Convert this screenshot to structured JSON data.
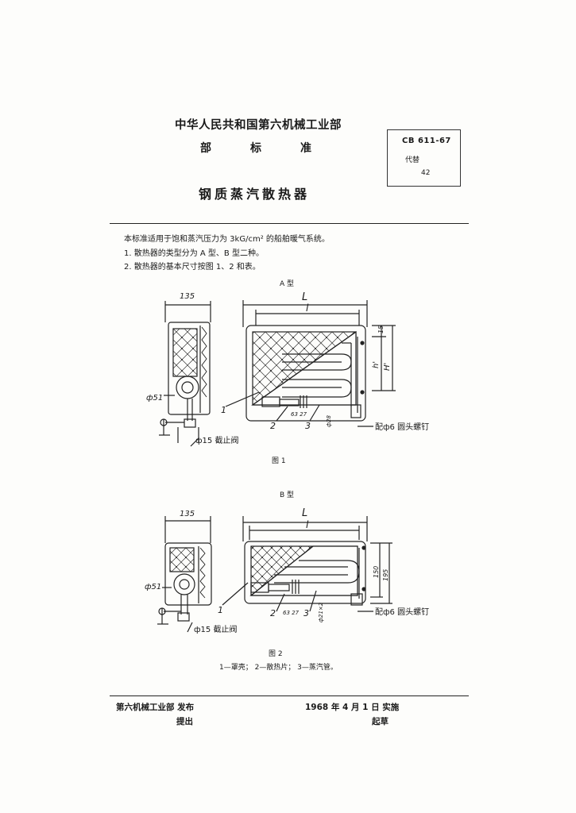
{
  "header": {
    "issuer": "中华人民共和国第六机械工业部",
    "standard_chars": [
      "部",
      "标",
      "准"
    ],
    "title": "钢质蒸汽散热器"
  },
  "code_box": {
    "code": "CB 611-67",
    "replaces_label": "代替",
    "replaces_num": "42"
  },
  "intro": {
    "line1": "本标准适用于饱和蒸汽压力为 3kG/cm² 的船舶暖气系统。",
    "line2": "1.  散热器的类型分为 A 型、B 型二种。",
    "line3": "2.  散热器的基本尺寸按图 1、2 和表。"
  },
  "figure1": {
    "type_label": "A  型",
    "caption": "图    1",
    "dims": {
      "depth": "135",
      "L": "L",
      "l": "l",
      "top": "15",
      "h": "h'",
      "H": "H'",
      "pipe_od": "ф51",
      "valve": "ф15 截止阀",
      "small_dims": "63  27",
      "tube": "ф28",
      "bolt": "配ф6 圆头螺钉"
    },
    "callouts": [
      "1",
      "2",
      "3"
    ]
  },
  "figure2": {
    "type_label": "B  型",
    "caption": "图    2",
    "dims": {
      "depth": "135",
      "L": "L",
      "l": "l",
      "inner_h": "150",
      "outer_h": "195",
      "pipe_od": "ф51",
      "valve": "ф15 截止阀",
      "small_dims": "63  27",
      "tube": "ф21×2",
      "bolt": "配ф6 圆头螺钉"
    },
    "callouts": [
      "1",
      "2",
      "3"
    ]
  },
  "legend": "1—罩壳；    2—散热片；    3—蒸汽管。",
  "footer": {
    "publisher": "第六机械工业部  发布",
    "publisher_sub": "提出",
    "effective": "1968 年 4 月 1 日  实施",
    "effective_sub": "起草"
  }
}
